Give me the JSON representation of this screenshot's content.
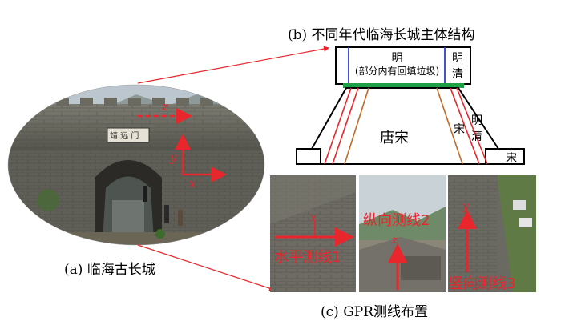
{
  "captions": {
    "a": "(a) 临海古长城",
    "b": "(b) 不同年代临海长城主体结构",
    "c": "(c) GPR测线布置"
  },
  "structure": {
    "ming_top": "明",
    "ming_sub": "(部分内有回填垃圾)",
    "ming_qing_top_1": "明",
    "ming_qing_top_2": "清",
    "tang_song": "唐宋",
    "song": "宋",
    "ming_qing_side_1": "明",
    "ming_qing_side_2": "清",
    "song_base": "宋"
  },
  "photo_a": {
    "axis_x": "x",
    "axis_y": "y",
    "axis_z": "z",
    "gate_plaque": "靖 远 门"
  },
  "survey_lines": {
    "horizontal": "水平测线1",
    "longitudinal": "纵向测线2",
    "vertical": "竖向测线3",
    "axis_x": "x",
    "axis_y": "y",
    "axis_z": "z"
  },
  "colors": {
    "annot_red": "#e8262b",
    "green_layer": "#1fa045",
    "blue_line": "#2b3fd6",
    "brown_line": "#c06a2a",
    "outline": "#000000"
  }
}
